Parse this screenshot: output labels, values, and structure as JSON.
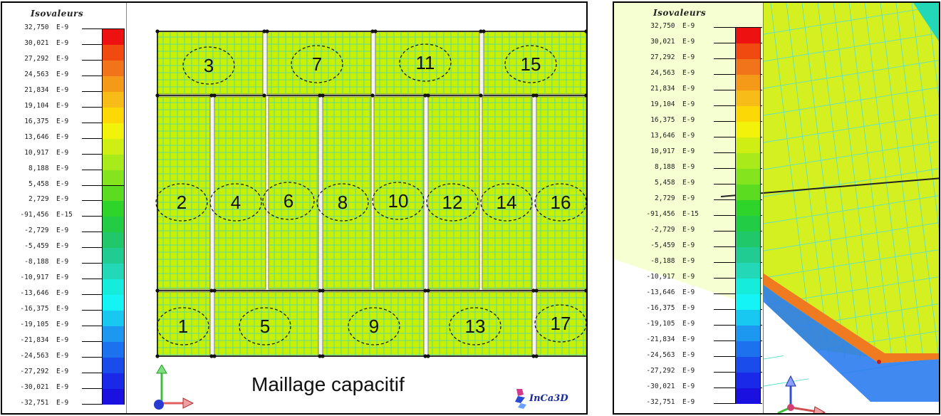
{
  "legend": {
    "title": "Isovaleurs",
    "entries": [
      {
        "value": "32,750",
        "exp": "E-9"
      },
      {
        "value": "30,021",
        "exp": "E-9"
      },
      {
        "value": "27,292",
        "exp": "E-9"
      },
      {
        "value": "24,563",
        "exp": "E-9"
      },
      {
        "value": "21,834",
        "exp": "E-9"
      },
      {
        "value": "19,104",
        "exp": "E-9"
      },
      {
        "value": "16,375",
        "exp": "E-9"
      },
      {
        "value": "13,646",
        "exp": "E-9"
      },
      {
        "value": "10,917",
        "exp": "E-9"
      },
      {
        "value": "8,188",
        "exp": "E-9"
      },
      {
        "value": "5,458",
        "exp": "E-9"
      },
      {
        "value": "2,729",
        "exp": "E-9"
      },
      {
        "value": "-91,456",
        "exp": "E-15"
      },
      {
        "value": "-2,729",
        "exp": "E-9"
      },
      {
        "value": "-5,459",
        "exp": "E-9"
      },
      {
        "value": "-8,188",
        "exp": "E-9"
      },
      {
        "value": "-10,917",
        "exp": "E-9"
      },
      {
        "value": "-13,646",
        "exp": "E-9"
      },
      {
        "value": "-16,375",
        "exp": "E-9"
      },
      {
        "value": "-19,105",
        "exp": "E-9"
      },
      {
        "value": "-21,834",
        "exp": "E-9"
      },
      {
        "value": "-24,563",
        "exp": "E-9"
      },
      {
        "value": "-27,292",
        "exp": "E-9"
      },
      {
        "value": "-30,021",
        "exp": "E-9"
      },
      {
        "value": "-32,751",
        "exp": "E-9"
      }
    ],
    "band_colors": [
      "#ee1111",
      "#f04a10",
      "#f2741a",
      "#f49a18",
      "#f8bc18",
      "#fbd806",
      "#f2f20a",
      "#cfee14",
      "#a9ea1a",
      "#84e41e",
      "#5cdc20",
      "#2ed42a",
      "#22cc44",
      "#20c86a",
      "#20cc92",
      "#22d8b6",
      "#16ecdc",
      "#14f4f4",
      "#18c8f0",
      "#1c98f0",
      "#1c72ee",
      "#1a4cec",
      "#1a28e8",
      "#1a10e0"
    ]
  },
  "left_view": {
    "caption": "Maillage capacitif",
    "logo": "InCa3D",
    "mesh_color": "#c8f000",
    "grid_color": "#3ed6c8",
    "regions": [
      "1",
      "2",
      "3",
      "4",
      "5",
      "6",
      "7",
      "8",
      "9",
      "10",
      "11",
      "12",
      "13",
      "14",
      "15",
      "16",
      "17"
    ]
  },
  "right_view": {
    "legend_title": "Isovaleurs"
  }
}
